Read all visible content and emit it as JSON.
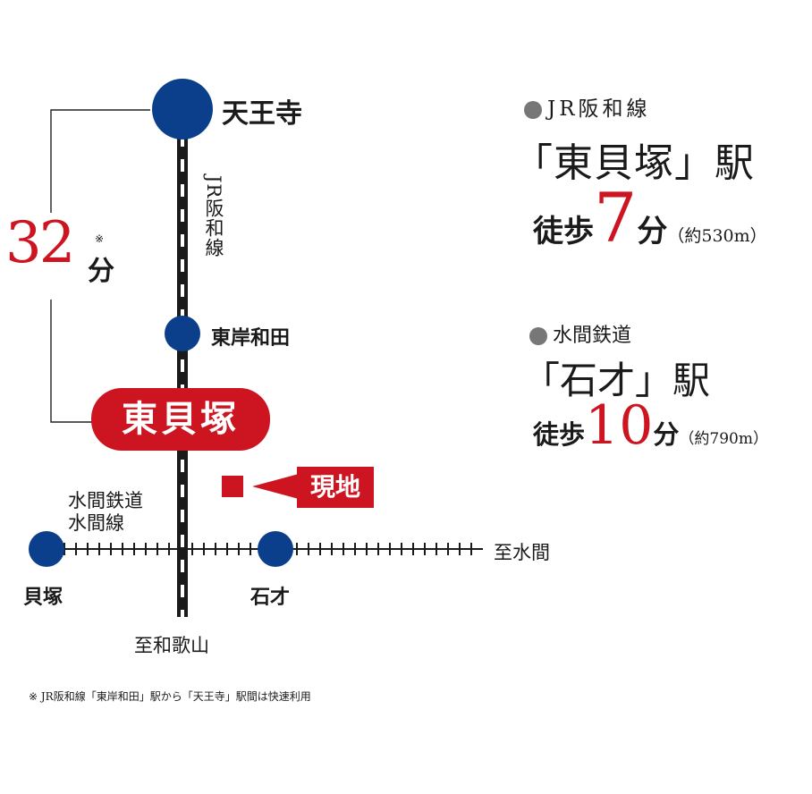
{
  "stations": {
    "tennoji": "天王寺",
    "higashi_kishiwada": "東岸和田",
    "higashi_kaizuka": "東貝塚",
    "kaizuka": "貝塚",
    "ishisai": "石才"
  },
  "lines": {
    "jr_hanwa_vertical": "JR阪和線",
    "mizuma_line": "水間鉄道\n水間線"
  },
  "directions": {
    "to_mizuma": "至水間",
    "to_wakayama": "至和歌山"
  },
  "site_label": "現地",
  "travel_time": {
    "value": "32",
    "note_mark": "※",
    "unit": "分"
  },
  "access": [
    {
      "line": "JR阪和線",
      "station": "「東貝塚」駅",
      "walk_prefix": "徒歩",
      "walk_minutes": "7",
      "walk_unit": "分",
      "distance": "（約530m）"
    },
    {
      "line": "水間鉄道",
      "station": "「石才」駅",
      "walk_prefix": "徒歩",
      "walk_minutes": "10",
      "walk_unit": "分",
      "distance": "（約790m）"
    }
  ],
  "footnote": "※ JR阪和線「東岸和田」駅から「天王寺」駅間は快速利用",
  "colors": {
    "accent_red": "#cc1520",
    "station_blue": "#0b3f8c",
    "bullet_gray": "#777777"
  }
}
